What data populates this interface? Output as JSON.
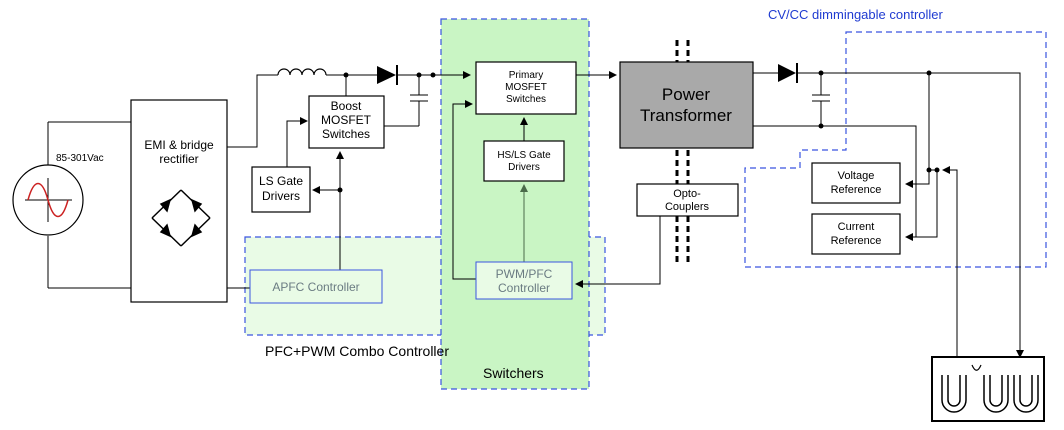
{
  "source_label": "85-301Vac",
  "emi": {
    "line1": "EMI & bridge",
    "line2": "rectifier"
  },
  "boost": {
    "line1": "Boost",
    "line2": "MOSFET",
    "line3": "Switches"
  },
  "ls_gate": {
    "line1": "LS Gate",
    "line2": "Drivers"
  },
  "primary": {
    "line1": "Primary",
    "line2": "MOSFET",
    "line3": "Switches"
  },
  "hsls": {
    "line1": "HS/LS Gate",
    "line2": "Drivers"
  },
  "transformer": {
    "line1": "Power",
    "line2": "Transformer"
  },
  "opto": {
    "line1": "Opto-",
    "line2": "Couplers"
  },
  "voltage_ref": {
    "line1": "Voltage",
    "line2": "Reference"
  },
  "current_ref": {
    "line1": "Current",
    "line2": "Reference"
  },
  "apfc": {
    "label": "APFC Controller"
  },
  "pwm": {
    "line1": "PWM/PFC",
    "line2": "Controller"
  },
  "regions": {
    "combo": "PFC+PWM Combo Controller",
    "switchers": "Switchers",
    "cvcc": "CV/CC dimmingable  controller"
  },
  "colors": {
    "dash_blue": "#3a55e0",
    "green_fill": "#c9f5c4",
    "light_green_fill": "#e9fbe6",
    "transformer_fill": "#a9a9a9",
    "sine": "#cc2222"
  }
}
